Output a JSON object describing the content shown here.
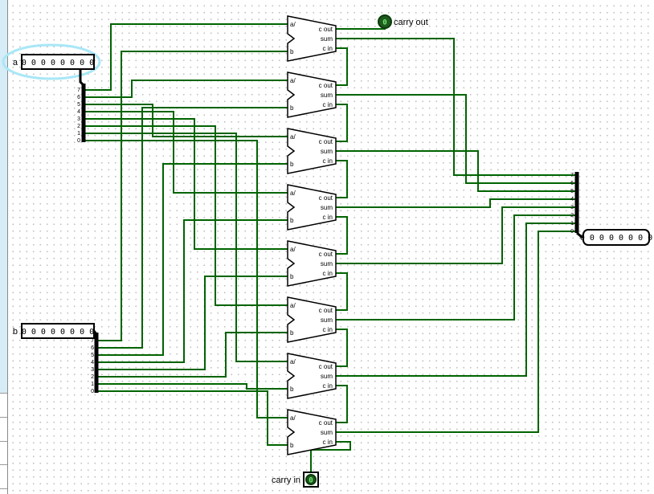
{
  "colors": {
    "wire": "#006400",
    "bus": "#000000",
    "halo": "#a9e7f7",
    "grid_dot": "#c2c2c2",
    "led_fill": "#1e5c1e",
    "led_text": "#76e676"
  },
  "pins": {
    "a": {
      "label": "a",
      "value": "0 0 0 0 0 0 0 0"
    },
    "b": {
      "label": "b",
      "value": "0 0 0 0 0 0 0 0"
    },
    "sum_out": {
      "value": "0 0 0 0 0 0 0 0"
    },
    "carry_out": {
      "label": "carry out",
      "value": "0"
    },
    "carry_in": {
      "label": "carry in",
      "value": "0"
    }
  },
  "adder_ports": {
    "a": "a/",
    "b": "b",
    "cout": "c out",
    "sum": "sum",
    "cin": "c in"
  },
  "splitter_bits": [
    "7",
    "6",
    "5",
    "4",
    "3",
    "2",
    "1",
    "0"
  ]
}
